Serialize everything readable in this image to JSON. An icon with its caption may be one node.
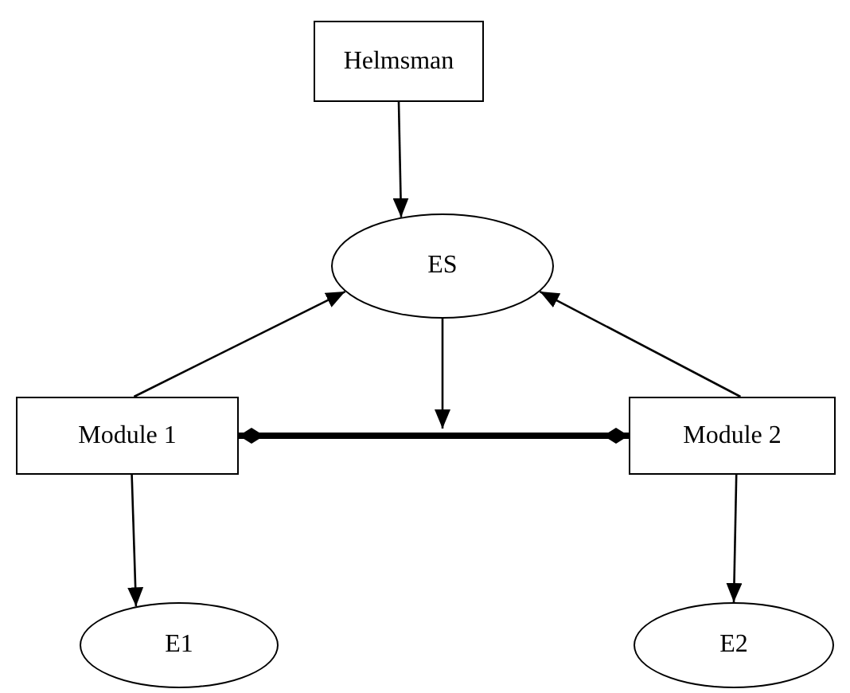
{
  "diagram": {
    "nodes": [
      {
        "text": [
          "Helmsman"
        ]
      },
      {
        "text": [
          "ES"
        ]
      },
      {
        "text": [
          "Module 1"
        ]
      },
      {
        "text": [
          "Module 2"
        ]
      },
      {
        "text": [
          "E1"
        ]
      },
      {
        "text": [
          "E2"
        ]
      }
    ],
    "edges": [
      {
        "from": 0,
        "to": 1,
        "arrow": "to"
      },
      {
        "from": 2,
        "to": 1,
        "arrow": "to"
      },
      {
        "from": 3,
        "to": 1,
        "arrow": "to"
      },
      {
        "from": 1,
        "to": null,
        "arrow": "to"
      },
      {
        "from": 2,
        "to": 4,
        "arrow": "to"
      },
      {
        "from": 3,
        "to": 5,
        "arrow": "to"
      },
      {
        "from": 2,
        "to": 3,
        "arrow": "other",
        "style": "thick"
      }
    ]
  }
}
